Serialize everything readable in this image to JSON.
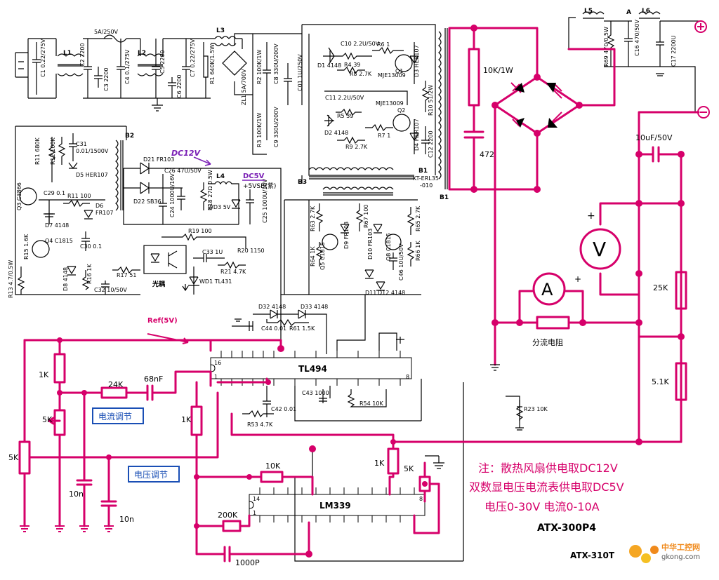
{
  "colors": {
    "magenta": "#d6006a",
    "blue_box": "#1a4fb5",
    "note_pink": "#d6006a",
    "black": "#000000"
  },
  "top": {
    "fuse": "5A/250V",
    "L1": "L1",
    "L2": "L2",
    "L3": "L3",
    "C1": "C1 0.22/275V",
    "C2": "C2 2200",
    "C3": "C3 2200",
    "C4": "C4 0.1/275V",
    "C5": "C5 2200",
    "C6": "C6 2200",
    "C7": "C7 0.22/275V",
    "R1": "R1 640K/1.5W",
    "ZL1": "ZL1 5A/700V",
    "R2": "R2 100K/1W",
    "R3": "R3 100K/1W",
    "C8": "C8 330U/200V",
    "C9": "C9 330U/200V",
    "C01": "C01 1U/250V",
    "C10": "C10 2.2U/50V",
    "D1": "D1 4148",
    "R4": "R4 39",
    "R6": "R6 1",
    "R8": "R8 2.7K",
    "MJE1": "MJE13009",
    "Q1": "Q1",
    "D3": "D3 HER107",
    "C11": "C11 2.2U/50V",
    "R5": "R5 39",
    "MJE2": "MJE13009",
    "Q2": "Q2",
    "D2": "D2 4148",
    "R7": "R7 1",
    "R9": "R9 2.7K",
    "D4": "D4 HER107",
    "R10": "R10 51/2W",
    "C12": "C12 2200",
    "B1": "B1",
    "KT": "KT-ERL35",
    "KT2": "-010",
    "B3": "B3",
    "B1b": "B1"
  },
  "left_mid": {
    "R11": "R11 680K",
    "R12": "R12 100K",
    "C31": "C31",
    "C31v": "0.01/1500V",
    "D5": "D5 HER107",
    "B2": "B2",
    "Q3": "Q3 C3866",
    "C29": "C29 0.1",
    "R11b": "R11 100",
    "D6": "D6",
    "D6b": "FR107",
    "D7": "D7 4148",
    "Q4": "Q4 C1815",
    "R15": "R15 1.6K",
    "C30": "C30 0.1",
    "D8": "D8 4148",
    "R16": "R16 1K",
    "R17": "R17 51",
    "C32": "C32 10/50V",
    "R13": "R13 4.7/0.5W",
    "opto": "光耦"
  },
  "dc_section": {
    "DC12V": "DC12V",
    "DC5V": "DC5V",
    "VSB": "+5VSB(紫)",
    "D21": "D21 FR103",
    "D22": "D22 SB36",
    "C26": "C26 47U/50V",
    "C24": "C24 1000U/16V",
    "R18": "R18 27Ω 0.5W",
    "L4": "L4",
    "WD3": "WD3 5V",
    "C25": "C25 1000U/10V",
    "R19": "R19 100",
    "R20": "R20 1150",
    "C33": "C33 1U",
    "R21": "R21 4.7K",
    "WD1": "WD1 TL431"
  },
  "mid_right": {
    "R63": "R63 2.7K",
    "R64": "R64 1K",
    "Q5": "Q5 C1815",
    "D9": "D9 FR103",
    "R67": "R67 100",
    "D10": "D10 FR103",
    "Q8": "Q8 C1815",
    "C46": "C46 10U/50V",
    "R65": "R65 2.7K",
    "R66": "R66 1K",
    "D11": "D11",
    "D12": "D12 4148",
    "D32": "D32 4148",
    "D33": "D33 4148",
    "C44": "C44 0.01",
    "R61": "R61 1.5K"
  },
  "control": {
    "ref": "Ref(5V)",
    "tl494": "TL494",
    "lm339": "LM339",
    "pin16": "16",
    "pin1": "1",
    "pin8": "8",
    "pin14": "14",
    "pin1b": "1",
    "pin8b": "8",
    "r1k": "1K",
    "r5k": "5K",
    "r5k2": "5K",
    "r24k": "24K",
    "c68n": "68nF",
    "r1k2": "1K",
    "c10n1": "10n",
    "c10n2": "10n",
    "r10k": "10K",
    "r200k": "200K",
    "c1000p": "1000P",
    "r1k3": "1K",
    "r5k3": "5K",
    "C43": "C43 1000",
    "R54": "R54 10K",
    "C42": "C42 0.01",
    "R53": "R53 4.7K",
    "R23": "R23 10K",
    "current_adj": "电流调节",
    "voltage_adj": "电压调节"
  },
  "right": {
    "L5": "L5",
    "A": "A",
    "L6": "L6",
    "R69": "R69 470/0.5W",
    "C16": "C16 470/50V",
    "C17": "C17 2200U",
    "r10k1w": "10K/1W",
    "c472": "472",
    "c10uf": "10uF/50V",
    "r25k": "25K",
    "r51k": "5.1K",
    "volt_meter": "V",
    "amp_meter": "A",
    "shunt": "分流电阻",
    "plus": "+"
  },
  "notes": {
    "line1": "注：散热风扇供电取DC12V",
    "line2": "双数显电压电流表供电取DC5V",
    "line3": "电压0-30V  电流0-10A",
    "model1": "ATX-300P4",
    "model2": "ATX-310T",
    "logo_text": "中华工控网",
    "logo_url": "gkong.com"
  }
}
